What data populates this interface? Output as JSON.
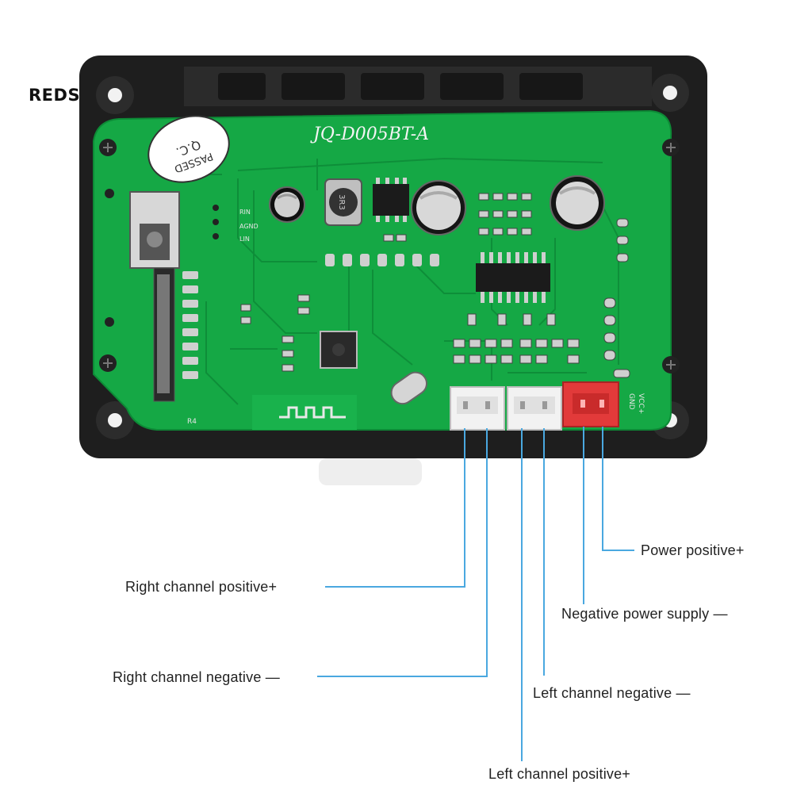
{
  "brand": {
    "name": "REDSUNHONG"
  },
  "board": {
    "model": "JQ-D005BT-A",
    "qc_stamp_line1": "Q.C.",
    "qc_stamp_line2": "PASSED",
    "silk_rin": "RIN",
    "silk_agnd": "AGND",
    "silk_lin": "LIN",
    "silk_r4": "R4",
    "silk_gnd": "GND",
    "silk_vcc": "VCC+",
    "silk_inductor": "3R3"
  },
  "colors": {
    "pcb": "#15a845",
    "pcb_dark": "#0d8a36",
    "frame": "#1e1e1e",
    "leader": "#4aa8e0",
    "power_connector": "#e23a3a"
  },
  "callouts": {
    "power_positive": "Power positive+",
    "right_channel_positive": "Right channel positive+",
    "negative_power_supply": "Negative power supply —",
    "right_channel_negative": "Right channel negative —",
    "left_channel_negative": "Left channel negative —",
    "left_channel_positive": "Left channel positive+"
  }
}
